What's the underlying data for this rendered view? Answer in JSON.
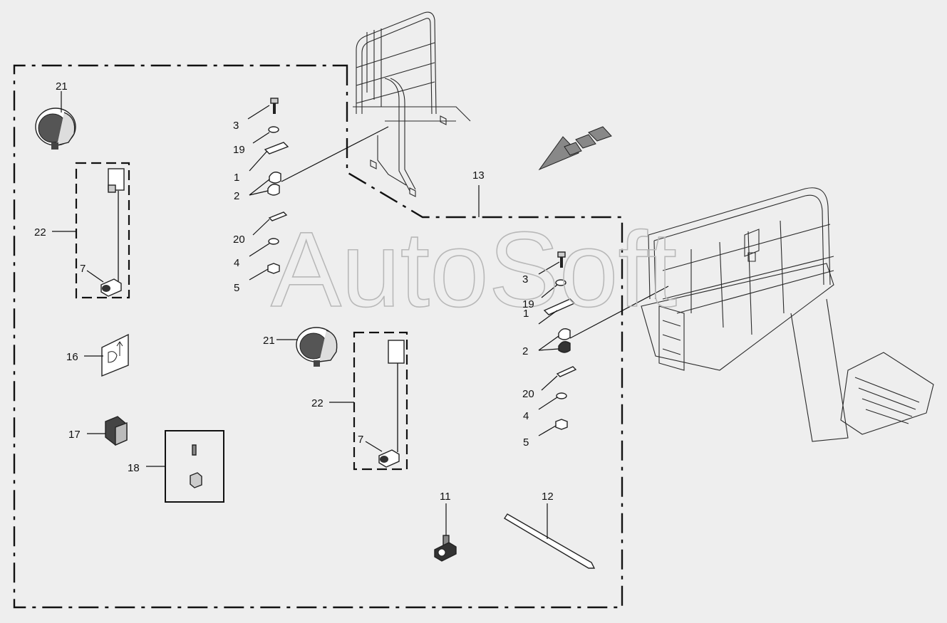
{
  "watermark": "AutoSoft",
  "callouts": {
    "c21a": "21",
    "c22a": "22",
    "c7a": "7",
    "c16": "16",
    "c17": "17",
    "c18": "18",
    "c3a": "3",
    "c19a": "19",
    "c1a": "1",
    "c2a": "2",
    "c20a": "20",
    "c4a": "4",
    "c5a": "5",
    "c13": "13",
    "c21b": "21",
    "c22b": "22",
    "c7b": "7",
    "c3b": "3",
    "c19b": "19",
    "c1b": "1",
    "c2b": "2",
    "c20b": "20",
    "c4b": "4",
    "c5b": "5",
    "c11": "11",
    "c12": "12"
  }
}
